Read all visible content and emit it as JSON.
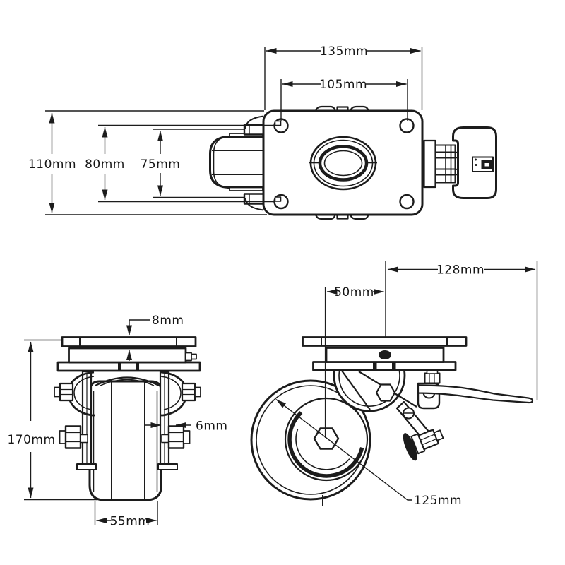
{
  "canvas": {
    "background": "#ffffff",
    "line_color": "#1c1c1c"
  },
  "views": {
    "top_view": {
      "dims": {
        "overall_width": "135mm",
        "bolt_hole_spacing_x": "105mm",
        "overall_depth": "110mm",
        "bolt_hole_spacing_y": "80mm",
        "fork_width": "75mm"
      }
    },
    "front_view": {
      "dims": {
        "plate_thickness": "8mm",
        "overall_height": "170mm",
        "leg_thickness": "6mm",
        "wheel_width": "55mm"
      }
    },
    "side_view": {
      "dims": {
        "brake_reach": "128mm",
        "swivel_offset": "50mm",
        "wheel_diameter": "125mm"
      }
    }
  }
}
